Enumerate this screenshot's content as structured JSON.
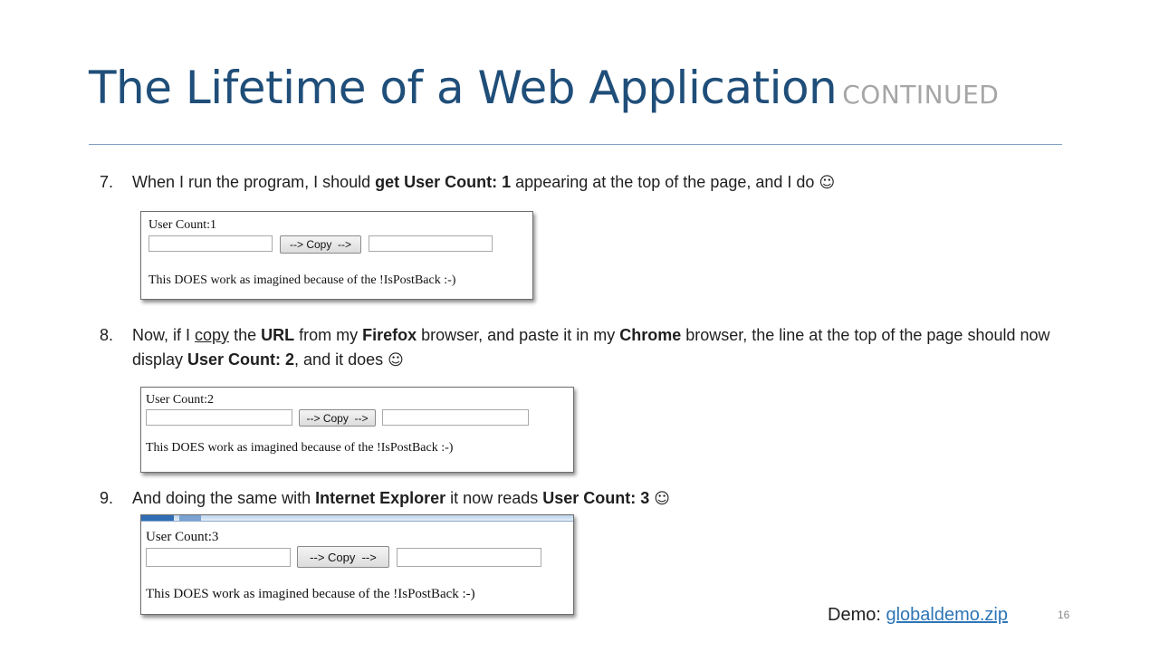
{
  "slide": {
    "title": "The Lifetime of a Web Application",
    "title_suffix": "CONTINUED",
    "page_number": "16",
    "demo_label": "Demo:",
    "demo_link": "globaldemo.zip"
  },
  "items": [
    {
      "number": "7.",
      "parts": {
        "a": "When I run the program, I should ",
        "b": "get User Count: 1",
        "c": " appearing at the top of the page, and I do ",
        "smiley": "☺"
      }
    },
    {
      "number": "8.",
      "parts": {
        "a": "Now, if I ",
        "b": "copy",
        "c": " the ",
        "d": "URL",
        "e": " from my ",
        "f": "Firefox",
        "g": " browser, and paste it in my ",
        "h": "Chrome",
        "i": " browser, the line at the top of the page should now display ",
        "j": "User Count: 2",
        "k": ", and it does ",
        "smiley": "☺"
      }
    },
    {
      "number": "9.",
      "parts": {
        "a": "And  doing the same with  ",
        "b": "Internet Explorer",
        "c": " it now reads ",
        "d": "User Count: 3",
        "e": " ",
        "smiley": "☺"
      }
    }
  ],
  "screenshots": [
    {
      "user_count": "User Count:1",
      "button_label": "--> Copy  -->",
      "message": "This DOES work as imagined because of the !IsPostBack :-)"
    },
    {
      "user_count": "User Count:2",
      "button_label": "--> Copy  -->",
      "message": "This DOES work as imagined because of the !IsPostBack :-)"
    },
    {
      "user_count": "User Count:3",
      "button_label": "--> Copy  -->",
      "message": "This DOES work as imagined because of the !IsPostBack :-)"
    }
  ],
  "colors": {
    "title": "#1f4e79",
    "subtitle": "#a6a6a6",
    "rule": "#7fa1c2",
    "link": "#2e75b6"
  }
}
